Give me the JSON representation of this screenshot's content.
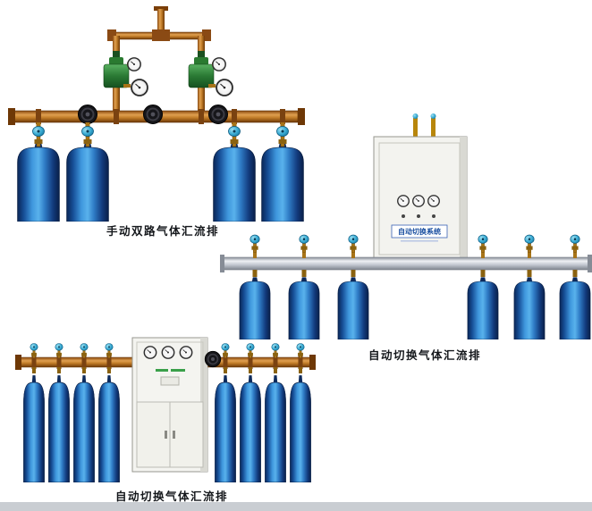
{
  "captions": {
    "manual_dual": "手动双路气体汇流排",
    "auto_switch_right": "自动切换气体汇流排",
    "auto_switch_bottom": "自动切换气体汇流排"
  },
  "cabinet": {
    "panel_label": "自动切换系统"
  },
  "colors": {
    "cylinder_blue_dark": "#0a2656",
    "cylinder_blue_light": "#59b2ec",
    "copper_pipe": "#c07c28",
    "aluminum_bar": "#c3c8d0",
    "valve_handwheel_blue": "#3aacd4",
    "regulator_green": "#2a7a34",
    "cabinet_body": "#f3f3ef",
    "panel_label_blue": "#1a4fa0",
    "caption_text": "#15181c",
    "bottom_strip": "#c9cdd2"
  }
}
